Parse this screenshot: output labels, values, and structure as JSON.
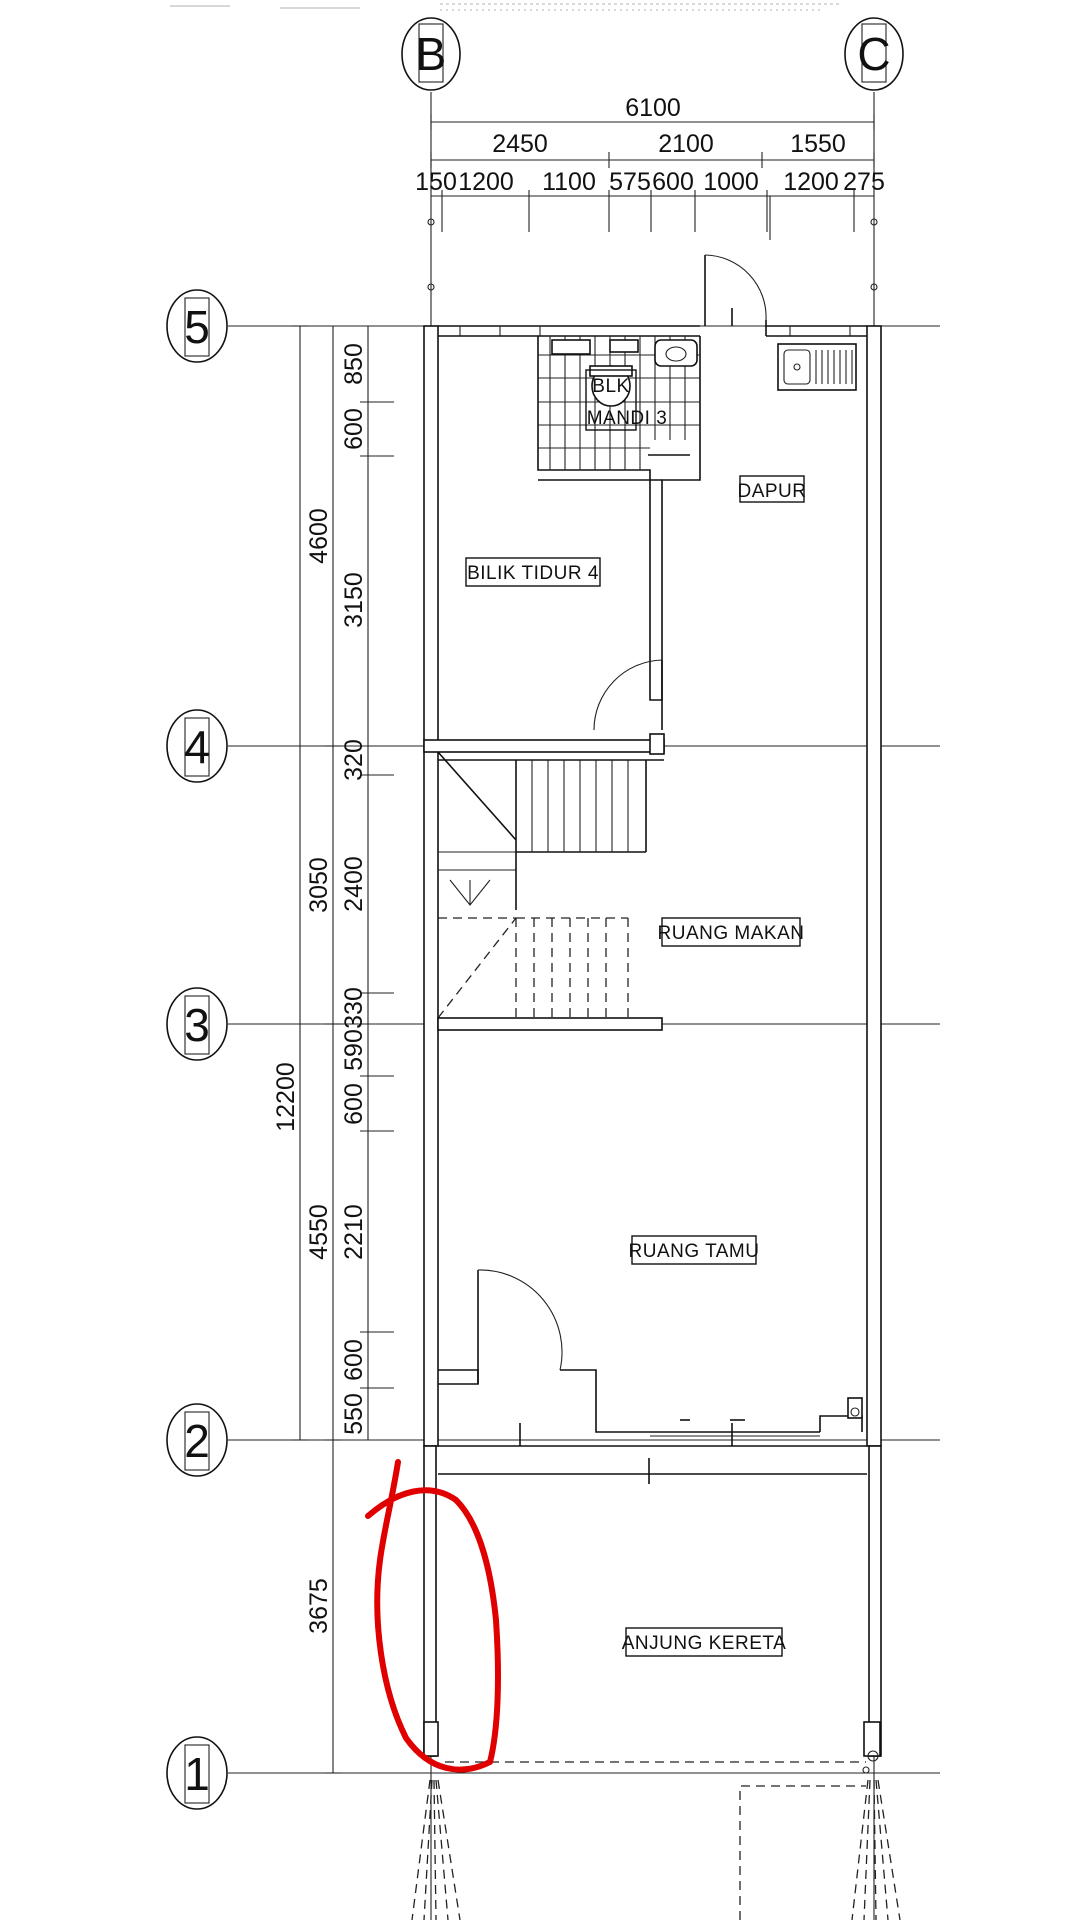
{
  "grid": {
    "columns": [
      "B",
      "C"
    ],
    "rows": [
      "5",
      "4",
      "3",
      "2",
      "1"
    ]
  },
  "dimensions_top": {
    "overall": "6100",
    "segments": [
      "2450",
      "2100",
      "1550"
    ],
    "detail": [
      "150",
      "1200",
      "1100",
      "575",
      "600",
      "1000",
      "1200",
      "275"
    ]
  },
  "dimensions_left": {
    "overall": "12200",
    "segments": [
      "4600",
      "3050",
      "4550",
      "3675"
    ],
    "detail": [
      "850",
      "600",
      "3150",
      "320",
      "2400",
      "330",
      "590",
      "600",
      "2210",
      "600",
      "550"
    ]
  },
  "rooms": {
    "bathroom_line1": "BLK",
    "bathroom_line2": "MANDI 3",
    "kitchen": "DAPUR",
    "bedroom": "BILIK TIDUR 4",
    "dining": "RUANG MAKAN",
    "living": "RUANG TAMU",
    "porch": "ANJUNG KERETA"
  },
  "annotation": {
    "color": "#e00000",
    "shape": "hand-drawn-loop"
  }
}
